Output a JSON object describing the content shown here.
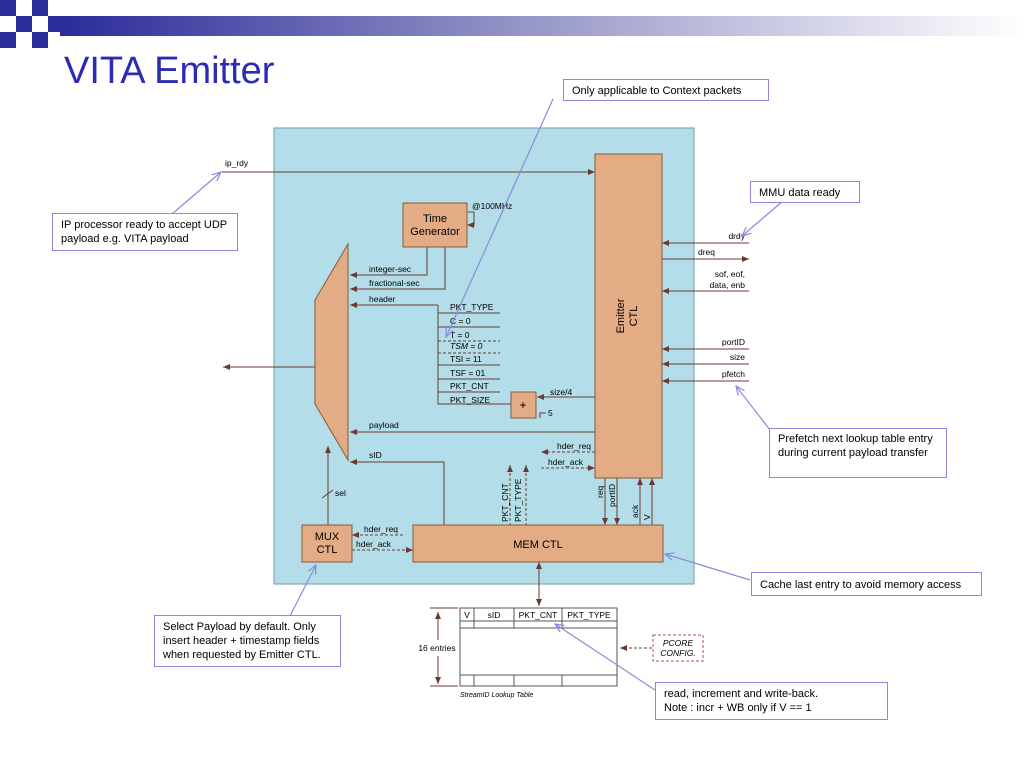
{
  "title": "VITA Emitter",
  "callouts": {
    "context": "Only applicable to Context packets",
    "mmu": "MMU data ready",
    "ip_proc": "IP processor ready to accept UDP payload e.g. VITA payload",
    "prefetch": "Prefetch next lookup table entry during current payload transfer",
    "cache": "Cache last entry to avoid memory access",
    "select": "Select Payload by default. Only insert header + timestamp fields when requested by Emitter CTL.",
    "read": "read, increment and write-back.",
    "note": "Note : incr + WB only if V == 1"
  },
  "blocks": {
    "time_gen_1": "Time",
    "time_gen_2": "Generator",
    "emitter_1": "Emitter",
    "emitter_2": "CTL",
    "mux_1": "MUX",
    "mux_2": "CTL",
    "mem": "MEM CTL",
    "adder": "+"
  },
  "signals": {
    "ip_rdy": "ip_rdy",
    "clk": "@100MHz",
    "integer_sec": "integer-sec",
    "fractional_sec": "fractional-sec",
    "header": "header",
    "payload": "payload",
    "sid": "sID",
    "sel": "sel",
    "drdy": "drdy",
    "dreq": "dreq",
    "sof_1": "sof, eof,",
    "sof_2": "data, enb",
    "portid": "portID",
    "size": "size",
    "pfetch": "pfetch",
    "size4": "size/4",
    "five": "5",
    "hder_req": "hder_req",
    "hder_ack": "hder_ack",
    "mux_hder_req": "hder_req",
    "mux_hder_ack": "hder_ack",
    "req": "req",
    "portid_v": "portID",
    "ack": "ack",
    "v": "V",
    "pkt_cnt_v": "PKT_CNT",
    "pkt_type_v": "PKT_TYPE"
  },
  "header_fields": [
    "PKT_TYPE",
    "C = 0",
    "T = 0",
    "TSM = 0",
    "TSI = 11",
    "TSF = 01",
    "PKT_CNT",
    "PKT_SIZE"
  ],
  "lookup_table": {
    "columns": [
      "V",
      "sID",
      "PKT_CNT",
      "PKT_TYPE"
    ],
    "entries_label": "16 entries",
    "caption": "StreamID Lookup Table",
    "pcore_1": "PCORE",
    "pcore_2": "CONFIG."
  },
  "colors": {
    "title": "#2b2bb3",
    "panel": "#b3dde8",
    "block": "#e4ac84",
    "wire": "#6b3a2e",
    "callout_border": "#8a8adc"
  }
}
